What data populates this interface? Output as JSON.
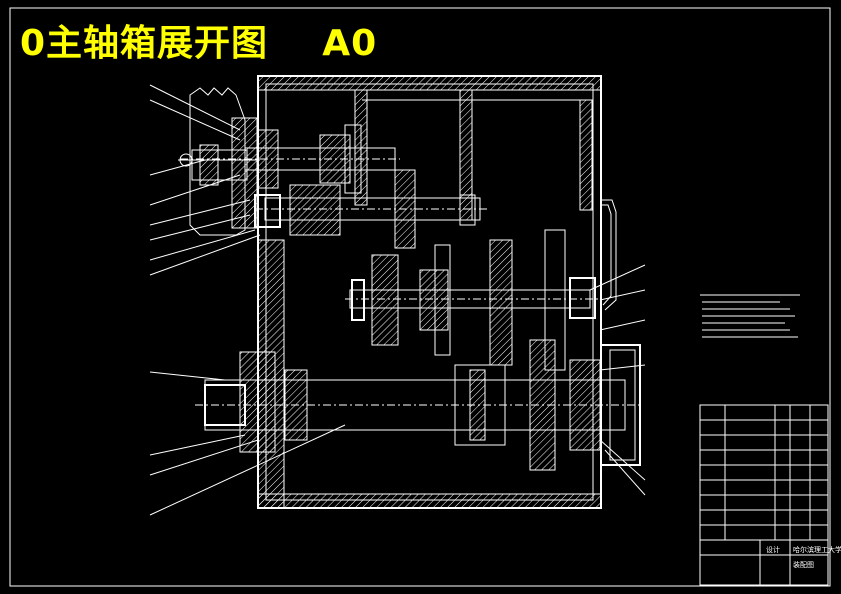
{
  "title": "0主轴箱展开图",
  "size_label": "A0",
  "colors": {
    "background": "#000000",
    "lines": "#ffffff",
    "title": "#ffff00"
  },
  "title_block": {
    "school": "哈尔滨理工大学",
    "drawing_name": "装配图",
    "designer": "设计"
  }
}
